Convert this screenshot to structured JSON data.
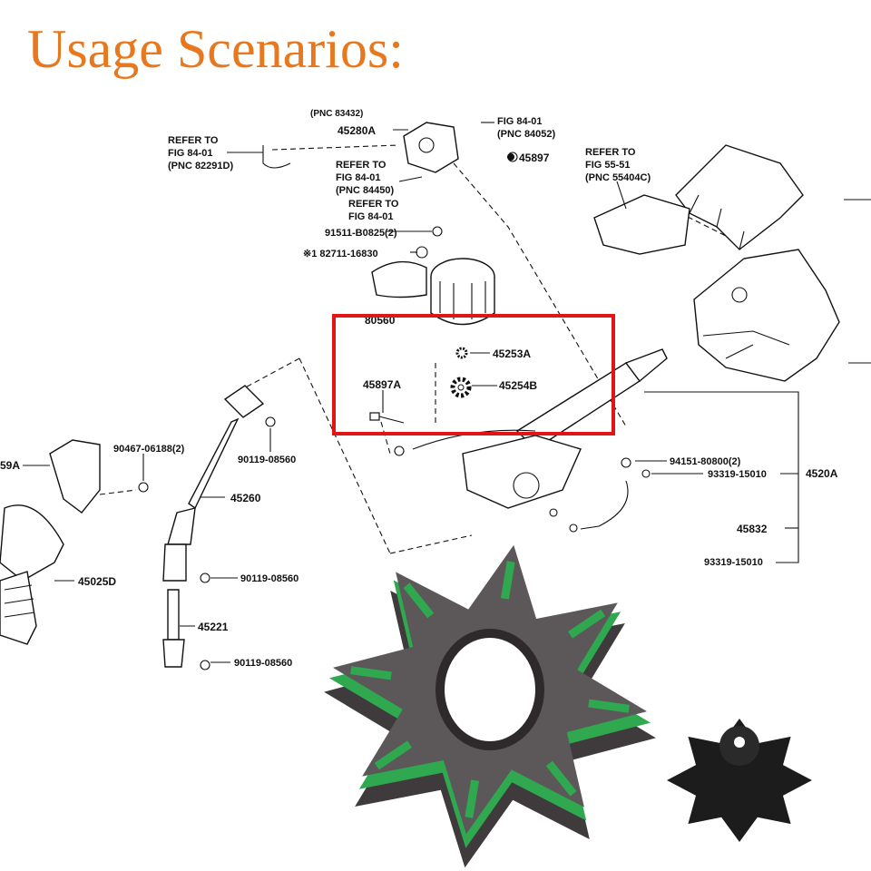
{
  "title": {
    "text": "Usage Scenarios:",
    "color": "#E8781E"
  },
  "highlight_color": "#E01515",
  "coupler_colors": {
    "rubber": "#5c5759",
    "insert": "#2fa84f"
  },
  "labels": {
    "pnc_top": "(PNC 83432)",
    "p45280A": "45280A",
    "fig8401_a": "FIG 84-01",
    "pnc84052": "(PNC 84052)",
    "refer_to_1": "REFER TO",
    "fig8401_1": "FIG 84-01",
    "pnc82291D": "(PNC 82291D)",
    "p45897": "45897",
    "refer_to_2": "REFER TO",
    "fig8401_2": "FIG 84-01",
    "pnc84450": "(PNC 84450)",
    "refer_to_55": "REFER TO",
    "fig5551": "FIG 55-51",
    "pnc55404C": "(PNC 55404C)",
    "refer_to_3": "REFER TO",
    "fig8401_3": "FIG 84-01",
    "p91511": "91511-B0825(2)",
    "p82711": "※1 82711-16830",
    "p80560": "80560",
    "p45253A": "45253A",
    "p45897A": "45897A",
    "p45254B": "45254B",
    "p59A": "59A",
    "p90467": "90467-06188(2)",
    "p90119_a": "90119-08560",
    "p45260": "45260",
    "p94151": "94151-80800(2)",
    "p93319_a": "93319-15010",
    "p4520A": "4520A",
    "p45832": "45832",
    "p93319_b": "93319-15010",
    "p45025D": "45025D",
    "p90119_b": "90119-08560",
    "p45221": "45221",
    "p90119_c": "90119-08560"
  }
}
